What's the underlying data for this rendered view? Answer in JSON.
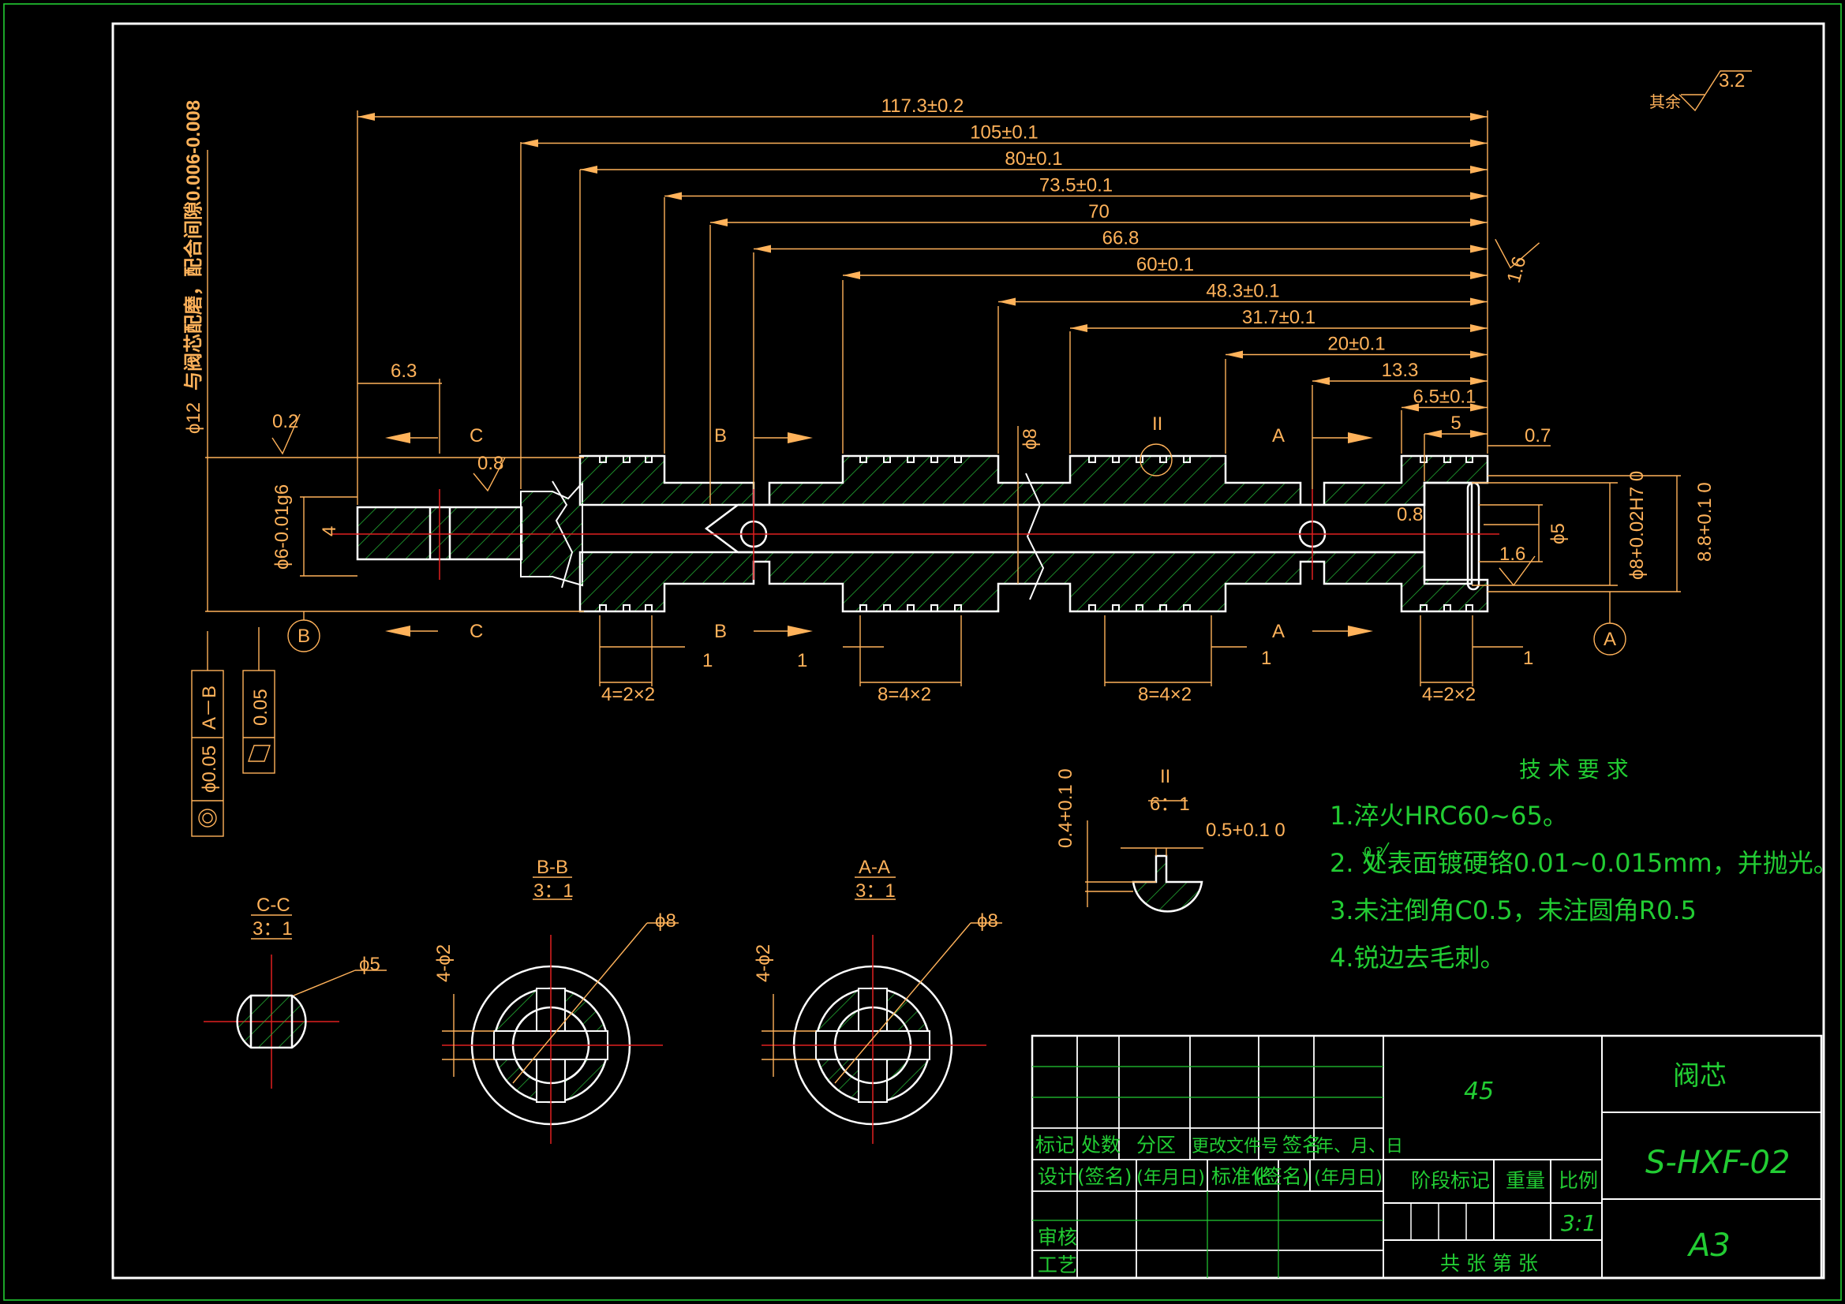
{
  "length_dims": [
    "117.3±0.2",
    "105±0.1",
    "80±0.1",
    "73.5±0.1",
    "70",
    "66.8",
    "60±0.1",
    "48.3±0.1",
    "31.7±0.1",
    "20±0.1",
    "13.3",
    "6.5±0.1",
    "5"
  ],
  "dims_misc": {
    "d63": "6.3",
    "d07": "0.7",
    "d08": "0.8",
    "d08b": "0.8",
    "d4": "4",
    "d02": "0.2",
    "d16": "1.6",
    "d16b": "1.6",
    "d1": "1",
    "phi5": "ϕ5",
    "phi8": "ϕ8",
    "phi12": "ϕ12",
    "grooves_a": "4=2×2",
    "grooves_b": "8=4×2",
    "grooves_c": "8=4×2",
    "grooves_d": "4=2×2",
    "fit_6": "ϕ6-0.01g6",
    "fit_88": "8.8+0.1 0",
    "fit_8h7": "ϕ8+0.02H7 0",
    "gap_note": "与阀芯配磨，配合间隙0.006-0.008"
  },
  "section_labels": {
    "c": "C",
    "b": "B",
    "a": "A",
    "ii": "II"
  },
  "datums": {
    "b": "B",
    "a": "A"
  },
  "roughness": {
    "rest_label": "其余",
    "rest_value": "3.2"
  },
  "tolerance": {
    "coax_value": "ϕ0.05",
    "coax_ref": "A－B",
    "cyl_value": "0.05"
  },
  "sections": [
    {
      "title": "C-C",
      "scale": "3：1",
      "dim": "ϕ5"
    },
    {
      "title": "B-B",
      "scale": "3：1",
      "dim": "ϕ8",
      "side": "4-ϕ2"
    },
    {
      "title": "A-A",
      "scale": "3：1",
      "dim": "ϕ8",
      "side": "4-ϕ2"
    }
  ],
  "detail": {
    "title": "II",
    "scale": "6：1",
    "depth": "0.4+0.1 0",
    "width": "0.5+0.1 0"
  },
  "tech_req": {
    "heading": "技 术 要 求",
    "items": [
      "1.淬火HRC60~65。",
      "2.  处表面镀硬铬0.01~0.015mm，并抛光。",
      "3.未注倒角C0.5，未注圆角R0.5",
      "4.锐边去毛刺。"
    ],
    "item2_sym": "0.2"
  },
  "title_block": {
    "material": "45",
    "part_name": "阀芯",
    "drawing_no": "S-HXF-02",
    "sheet_size": "A3",
    "scale_value": "3:1",
    "row1": [
      "标记",
      "处数",
      "分区",
      "更改文件号",
      "签名",
      "年、月、日"
    ],
    "row2": [
      "设计",
      "(签名)",
      "(年月日)",
      "标准化",
      "(签名)",
      "(年月日)"
    ],
    "stage": "阶段标记",
    "weight": "重量",
    "scale": "比例",
    "review": "审核",
    "process": "工艺",
    "sheets": "共  张  第  张"
  }
}
